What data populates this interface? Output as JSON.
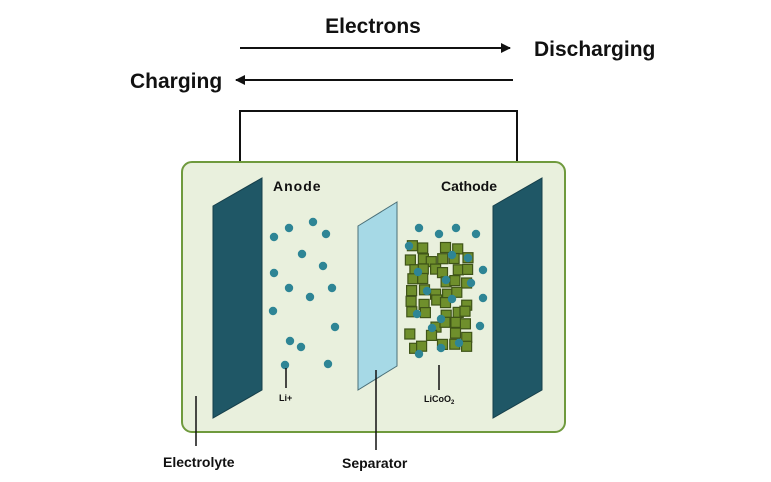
{
  "labels": {
    "electrons": "Electrons",
    "discharging": "Discharging",
    "charging": "Charging",
    "anode": "Anode",
    "cathode": "Cathode",
    "li_ion": "Li+",
    "licoo2_main": "LiCoO",
    "licoo2_sub": "2",
    "electrolyte": "Electrolyte",
    "separator": "Separator"
  },
  "colors": {
    "electrolyte_fill": "#e9f0dd",
    "electrolyte_border": "#6f9a3d",
    "electrode": "#1f5766",
    "separator": "#a6d9e6",
    "ion": "#2e8595",
    "licoo2_fill": "#6f8f2c",
    "licoo2_border": "#3f5418"
  },
  "icons": {
    "discharge_arrow": "arrow-right-icon",
    "charge_arrow": "arrow-left-icon"
  }
}
